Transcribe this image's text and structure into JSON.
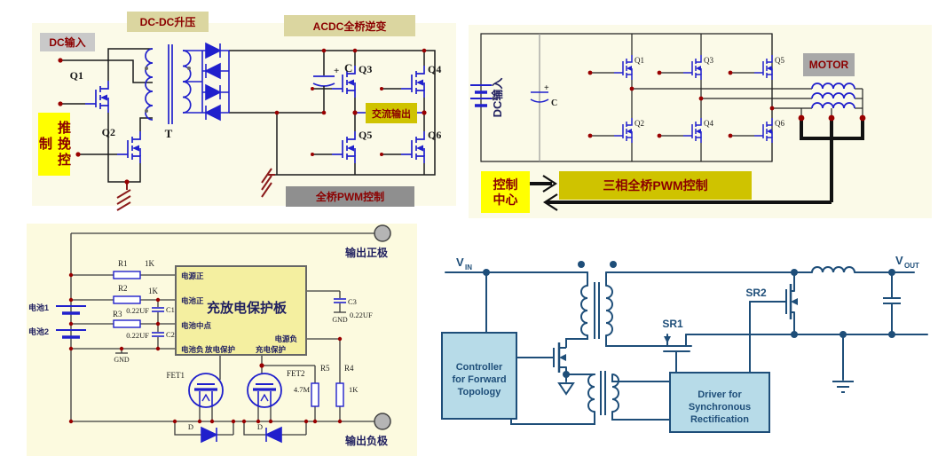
{
  "colors": {
    "cream_bg": "#FBFAE8",
    "cream_bg2": "#FCFADF",
    "label_yellow": "#FFFF00",
    "label_khaki": "#DBD6A0",
    "label_gray": "#C9C9C9",
    "label_dark_gray": "#8F8F8F",
    "label_olive": "#CFC300",
    "red_label_text": "#8B0000",
    "component_blue": "#2020CC",
    "wire_black": "#1a1a1a",
    "ground_dark_red": "#8B1A1A",
    "junction_red": "#990000",
    "navy_line": "#1E4E79",
    "box_fill_blue": "#B7DBE8",
    "board_fill": "#F4EFA0",
    "terminal_gray": "#B5B5B5"
  },
  "top_left": {
    "dc_input": "DC输入",
    "dcdc_boost": "DC-DC升压",
    "acdc_bridge": "ACDC全桥逆变",
    "push_pull_control": "推挽控制",
    "ac_output": "交流输出",
    "full_bridge_pwm": "全桥PWM控制",
    "q1": "Q1",
    "q2": "Q2",
    "q3": "Q3",
    "q4": "Q4",
    "q5": "Q5",
    "q6": "Q6",
    "transformer": "T",
    "cap_plus": "+",
    "cap": "C"
  },
  "top_right": {
    "dc_input": "DC输入",
    "cap_plus": "+",
    "cap": "C",
    "q1": "Q1",
    "q2": "Q2",
    "q3": "Q3",
    "q4": "Q4",
    "q5": "Q5",
    "q6": "Q6",
    "motor": "MOTOR",
    "control_center_l1": "控制",
    "control_center_l2": "中心",
    "three_phase_pwm": "三相全桥PWM控制"
  },
  "bottom_left": {
    "battery1": "电池1",
    "battery2": "电池2",
    "r1": "R1",
    "r1_val": "1K",
    "r2": "R2",
    "r2_val": "1K",
    "r3": "R3",
    "c1": "C1",
    "c1_val": "0.22UF",
    "c2": "C2",
    "c2_val": "0.22UF",
    "c3": "C3",
    "c3_val": "0.22UF",
    "gnd_left": "GND",
    "gnd_right": "GND",
    "board_title": "充放电保护板",
    "pin_power_pos": "电源正",
    "pin_batt_pos": "电池正",
    "pin_batt_mid": "电池中点",
    "pin_batt_neg": "电池负",
    "pin_discharge_protect": "放电保护",
    "pin_charge_protect": "充电保护",
    "pin_power_neg": "电源负",
    "fet1": "FET1",
    "fet2": "FET2",
    "d1": "D",
    "d2": "D",
    "r5": "R5",
    "r5_val": "4.7M",
    "r4": "R4",
    "r4_val": "1K",
    "output_pos": "输出正极",
    "output_neg": "输出负极"
  },
  "bottom_right": {
    "vin": "V",
    "vin_sub": "IN",
    "vout": "V",
    "vout_sub": "OUT",
    "sr1": "SR1",
    "sr2": "SR2",
    "controller_l1": "Controller",
    "controller_l2": "for Forward",
    "controller_l3": "Topology",
    "driver_l1": "Driver for",
    "driver_l2": "Synchronous",
    "driver_l3": "Rectification"
  }
}
